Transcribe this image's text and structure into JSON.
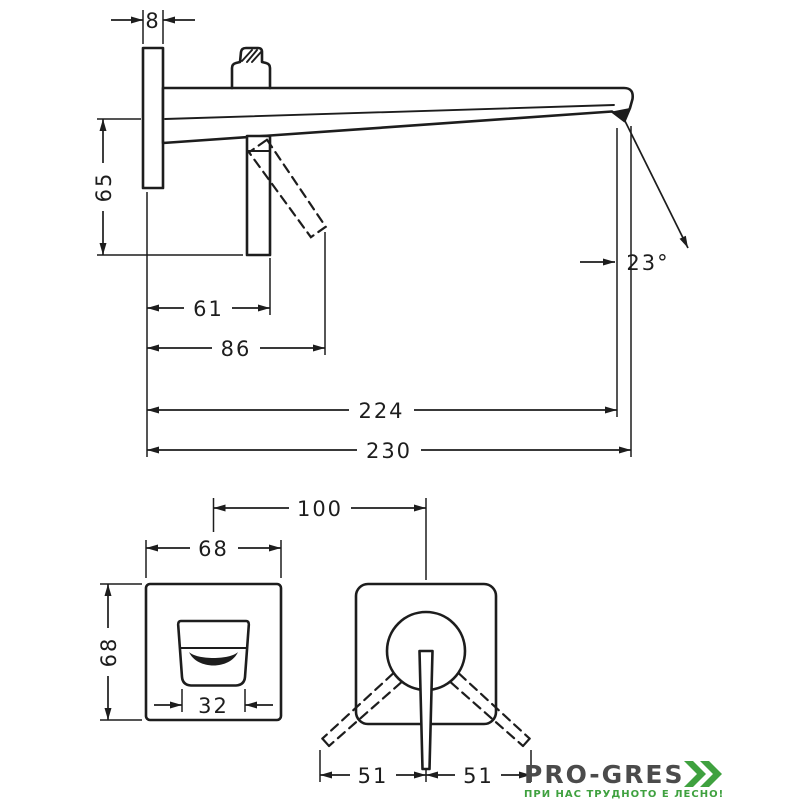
{
  "views": {
    "side": {
      "dims": {
        "plate_thickness": "8",
        "spout_to_handle_height": "65",
        "handle_reach": "61",
        "handle_swing_reach": "86",
        "spout_reach": "224",
        "total_projection": "230",
        "stream_angle": "23°"
      }
    },
    "front_spout": {
      "dims": {
        "plate_width": "68",
        "plate_height": "68",
        "spout_width": "32"
      }
    },
    "front_handle": {
      "dims": {
        "center_distance": "100",
        "handle_swing_left": "51",
        "handle_swing_right": "51"
      }
    }
  },
  "watermark": {
    "brand": "PRO-GRES",
    "tagline": "ПРИ НАС ТРУДНОТО Е ЛЕСНО!"
  },
  "colors": {
    "line": "#1d1d1d",
    "background": "#ffffff",
    "brand_text": "#4b4b4b",
    "brand_green": "#3fa13f"
  }
}
